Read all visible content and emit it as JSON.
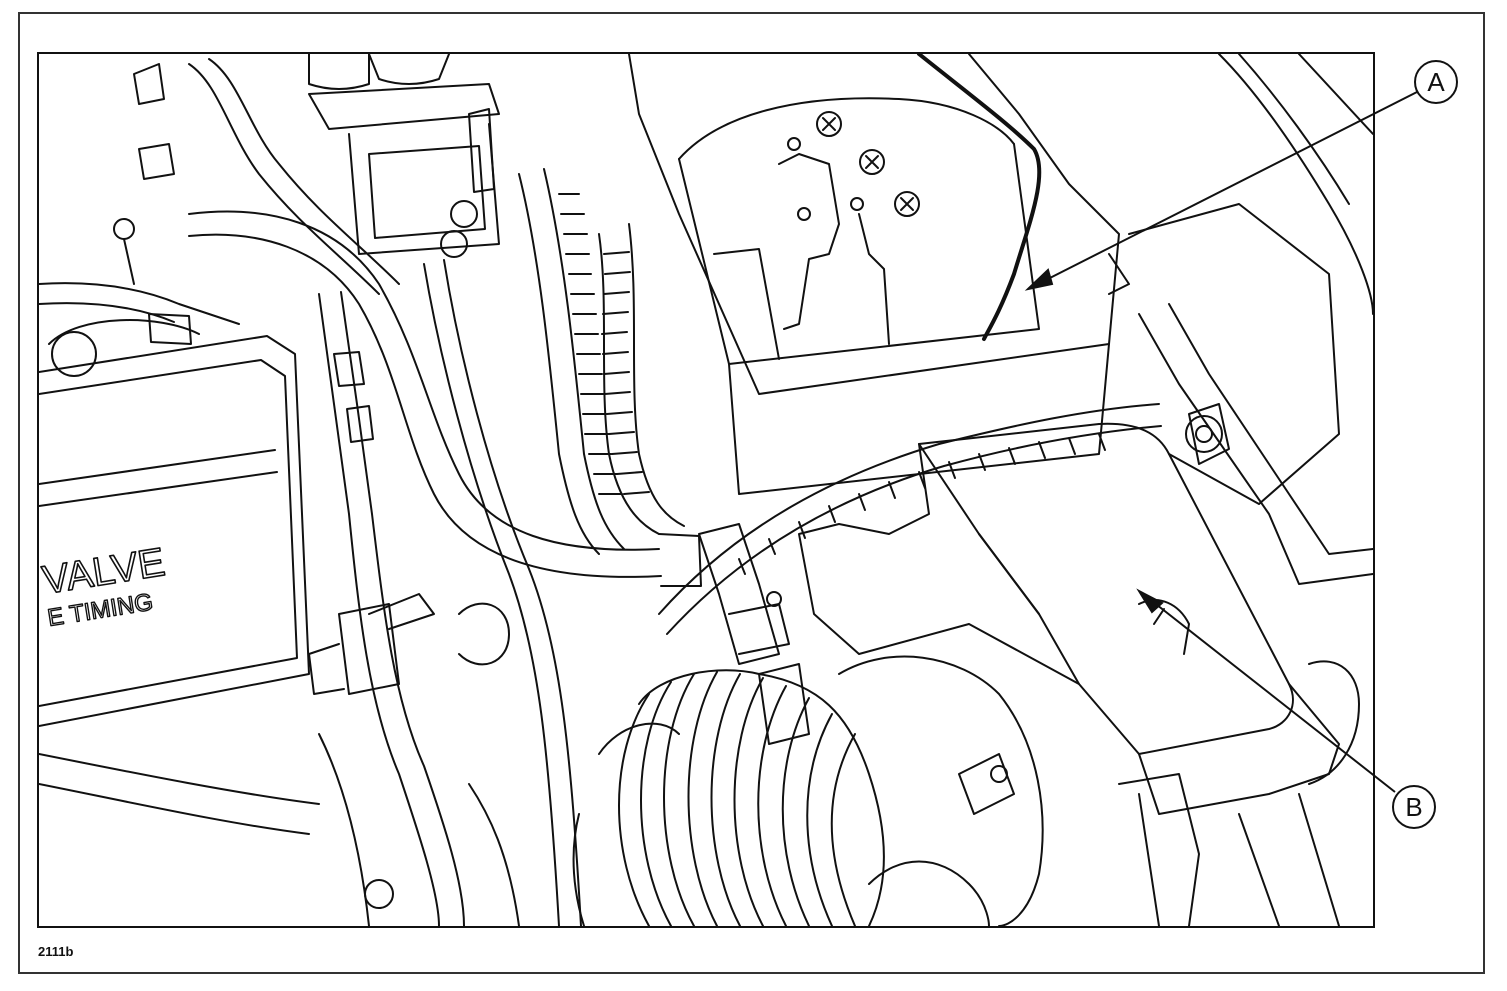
{
  "figure": {
    "code": "2111b",
    "engraving_line1": "VALVE",
    "engraving_line2": "E TIMING"
  },
  "callouts": {
    "a": "A",
    "b": "B"
  },
  "colors": {
    "line": "#111111",
    "frame": "#333333",
    "background": "#ffffff"
  }
}
